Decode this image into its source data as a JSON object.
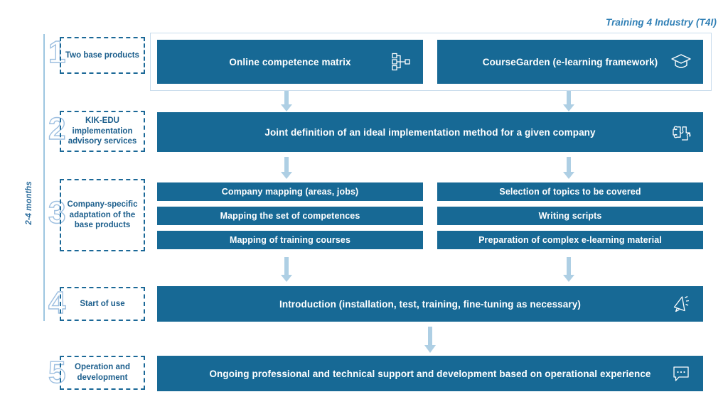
{
  "header": {
    "caption": "Training 4 Industry (T4I)"
  },
  "duration": {
    "label": "2-4 months"
  },
  "colors": {
    "bar_fill": "#176995",
    "bar_text": "#ffffff",
    "dashed_border": "#1b6897",
    "label_text": "#1b5e8c",
    "arrow_fill": "#aecfe4",
    "caption_text": "#2f7fb5",
    "frame_border": "#c9dcec",
    "number_outline": "#9dbfe0",
    "duration_line": "#9dc6e0"
  },
  "steps": [
    {
      "number": "1",
      "label": "Two base products",
      "items": [
        {
          "text": "Online competence matrix",
          "icon": "org-chart-icon"
        },
        {
          "text": "CourseGarden  (e-learning framework)",
          "icon": "graduation-cap-icon"
        }
      ]
    },
    {
      "number": "2",
      "label": "KIK-EDU implementation advisory services",
      "items": [
        {
          "text": "Joint definition of an ideal implementation method for a given company",
          "icon": "puzzle-piece-icon"
        }
      ]
    },
    {
      "number": "3",
      "label": "Company-specific adaptation of the base products",
      "items_left": [
        {
          "text": "Company mapping (areas, jobs)",
          "icon": ""
        },
        {
          "text": "Mapping the set of competences",
          "icon": ""
        },
        {
          "text": "Mapping of training courses",
          "icon": ""
        }
      ],
      "items_right": [
        {
          "text": "Selection of topics to be covered",
          "icon": ""
        },
        {
          "text": "Writing scripts",
          "icon": ""
        },
        {
          "text": "Preparation of complex e-learning material",
          "icon": ""
        }
      ]
    },
    {
      "number": "4",
      "label": "Start of use",
      "items": [
        {
          "text": "Introduction (installation, test, training, fine-tuning as necessary)",
          "icon": "megaphone-icon"
        }
      ]
    },
    {
      "number": "5",
      "label": "Operation and development",
      "items": [
        {
          "text": "Ongoing professional and technical support and development based on operational experience",
          "icon": "speech-bubble-icon"
        }
      ]
    }
  ],
  "arrows": [
    {
      "name": "arrow-row1-left-to-row2"
    },
    {
      "name": "arrow-row1-right-to-row2"
    },
    {
      "name": "arrow-row2-to-row3-left"
    },
    {
      "name": "arrow-row2-to-row3-right"
    },
    {
      "name": "arrow-row3-left-to-row4"
    },
    {
      "name": "arrow-row3-right-to-row4"
    },
    {
      "name": "arrow-row4-to-row5"
    }
  ]
}
